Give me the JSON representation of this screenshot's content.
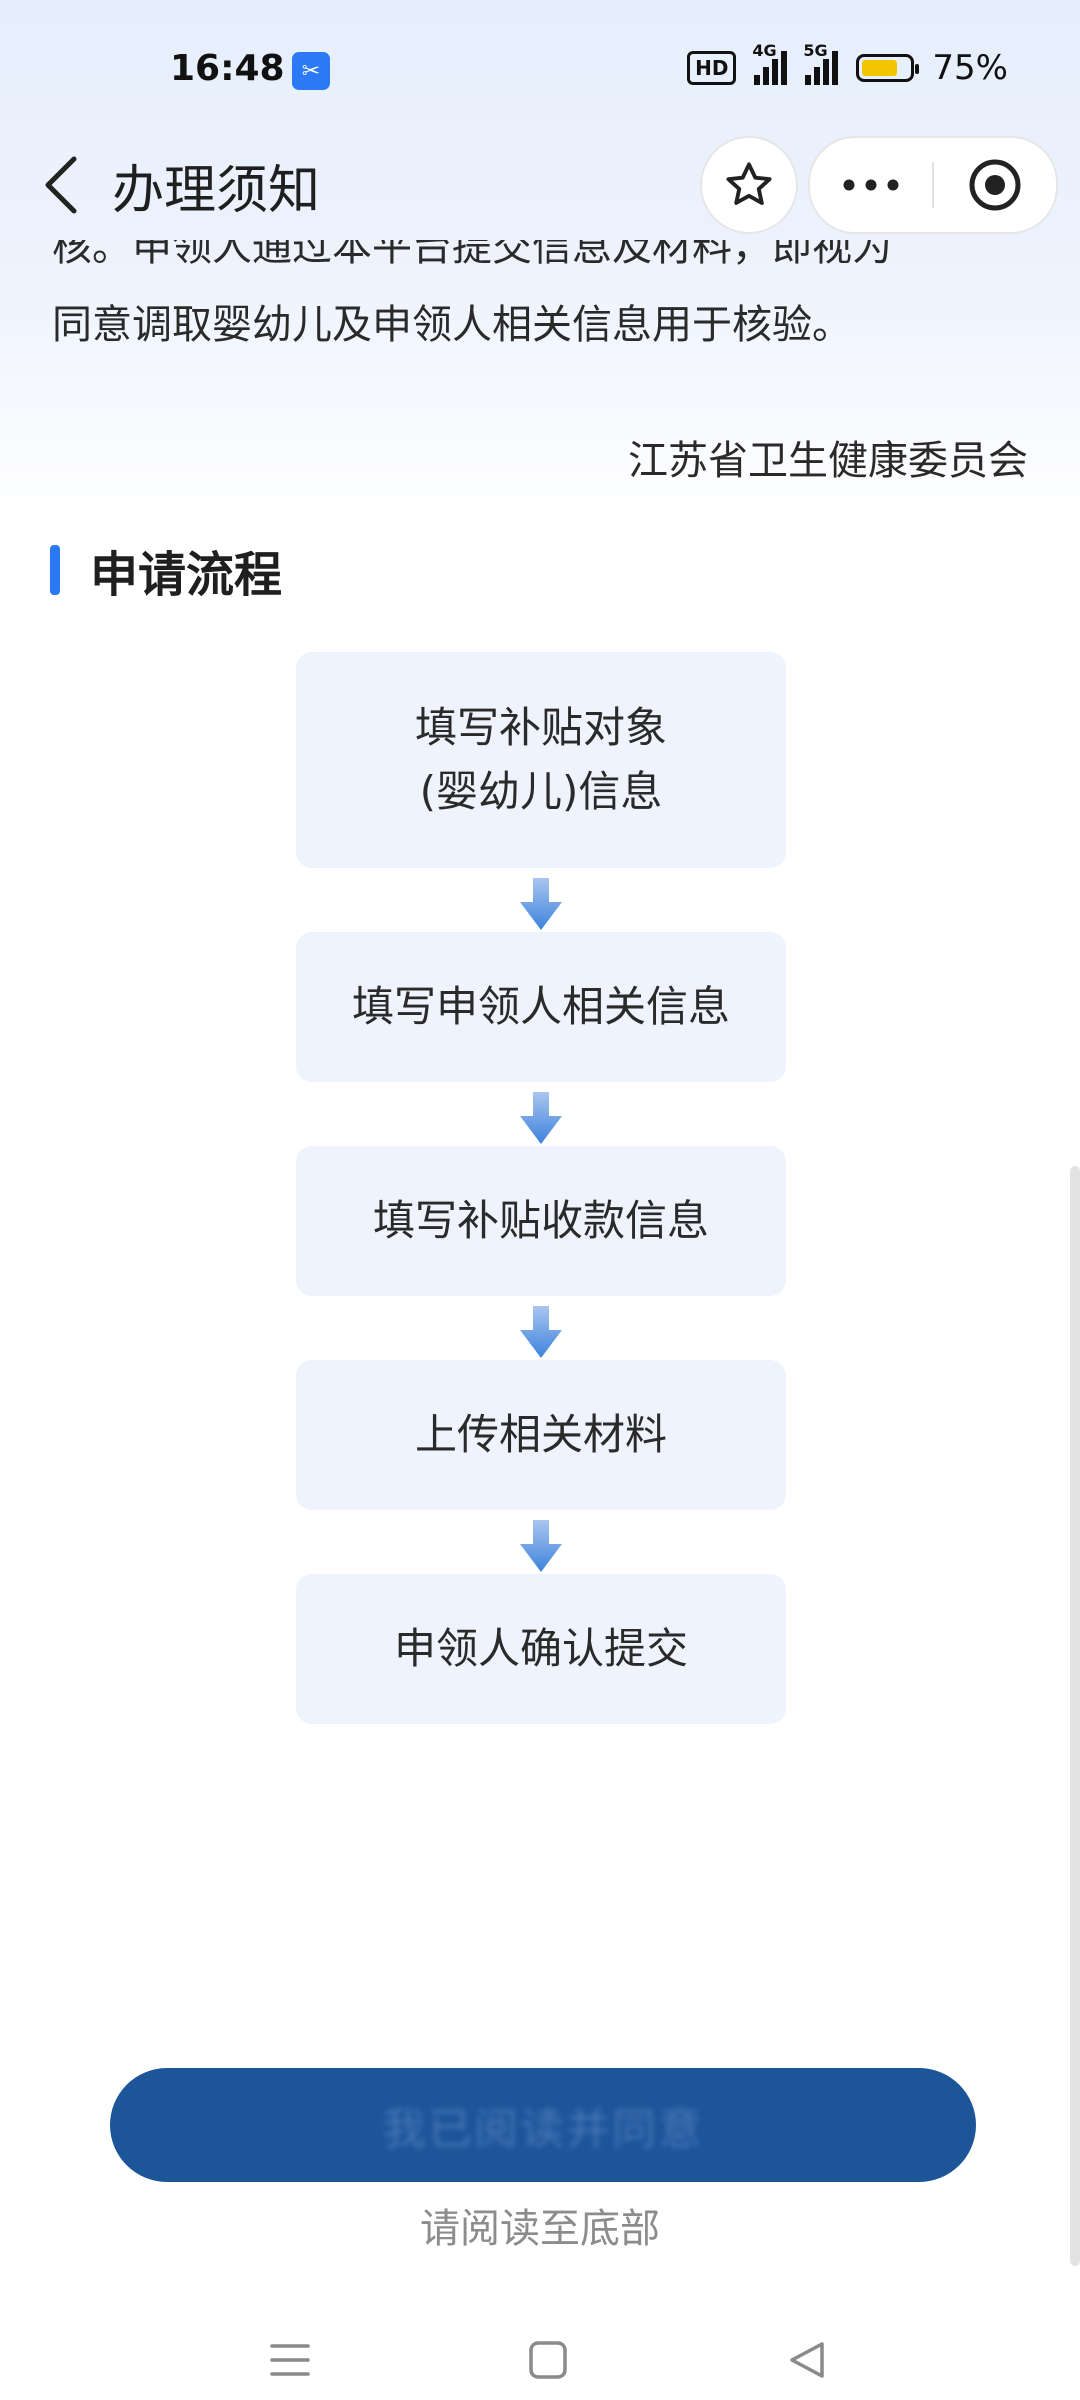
{
  "status_bar": {
    "time": "16:48",
    "app_icon": "scissors-icon",
    "hd_label": "HD",
    "net1": "4G",
    "net2": "5G",
    "battery": "75%",
    "battery_level": 0.75,
    "battery_color": "#f5c400"
  },
  "nav": {
    "title": "办理须知",
    "icons": [
      "back-arrow-icon",
      "star-icon",
      "more-icon",
      "close-target-icon"
    ]
  },
  "notice": {
    "partial_line": "核。申领人通过本平台提交信息及材料，即视为",
    "line2": "同意调取婴幼儿及申领人相关信息用于核验。",
    "signature": "江苏省卫生健康委员会"
  },
  "section": {
    "title": "申请流程",
    "accent_color": "#2b79f5"
  },
  "steps": [
    {
      "label": "填写补贴对象\n(婴幼儿)信息"
    },
    {
      "label": "填写申领人相关信息"
    },
    {
      "label": "填写补贴收款信息"
    },
    {
      "label": "上传相关材料"
    },
    {
      "label": "申领人确认提交"
    }
  ],
  "footer": {
    "button_label": "我已阅读并同意",
    "button_color": "#1c5598",
    "hint": "请阅读至底部"
  },
  "system_nav": {
    "icons": [
      "menu-icon",
      "home-icon",
      "back-icon"
    ]
  }
}
